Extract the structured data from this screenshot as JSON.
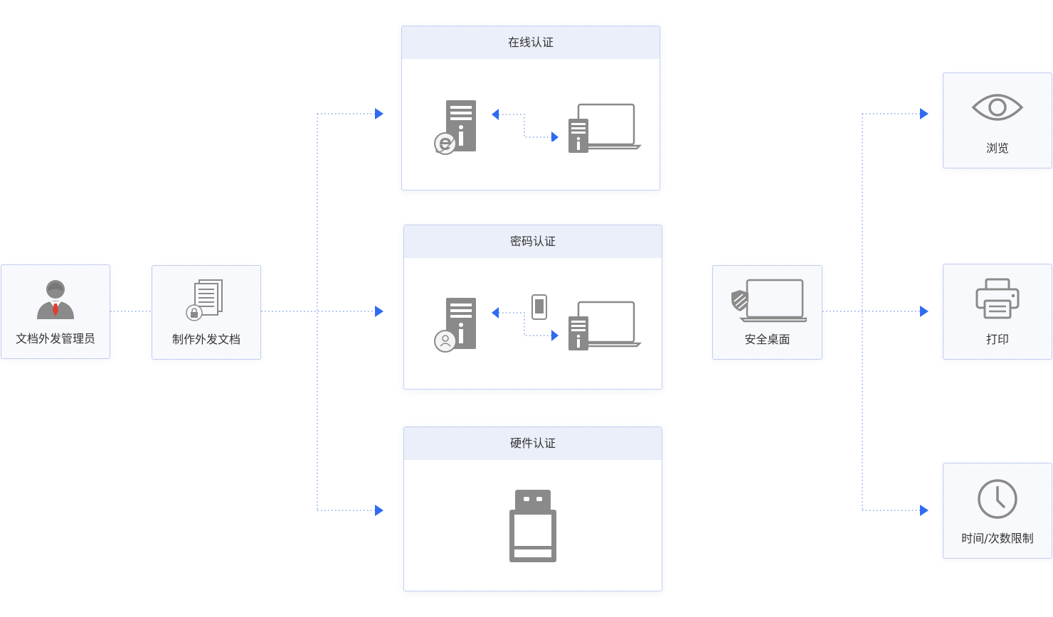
{
  "colors": {
    "accent": "#2f6bf2",
    "icon_gray": "#8a8a8a",
    "header_bg": "#ebeffa",
    "node_bg": "#f8f9fc"
  },
  "admin": {
    "label": "文档外发管理员",
    "icon": "businessman-icon"
  },
  "make_doc": {
    "label": "制作外发文档",
    "icon": "locked-document-icon"
  },
  "auth": {
    "online": {
      "title": "在线认证",
      "icons": [
        "server-icon",
        "ie-badge-icon",
        "laptop-icon",
        "two-way-arrow-icon"
      ]
    },
    "password": {
      "title": "密码认证",
      "icons": [
        "server-icon",
        "user-badge-icon",
        "phone-icon",
        "laptop-icon"
      ]
    },
    "hardware": {
      "title": "硬件认证",
      "icons": [
        "usb-key-icon"
      ]
    }
  },
  "secure_desktop": {
    "label": "安全桌面",
    "icon": "shielded-laptop-icon"
  },
  "permissions": {
    "view": {
      "label": "浏览",
      "icon": "eye-icon"
    },
    "print": {
      "label": "打印",
      "icon": "printer-icon"
    },
    "limit": {
      "label": "时间/次数限制",
      "icon": "clock-icon"
    }
  }
}
